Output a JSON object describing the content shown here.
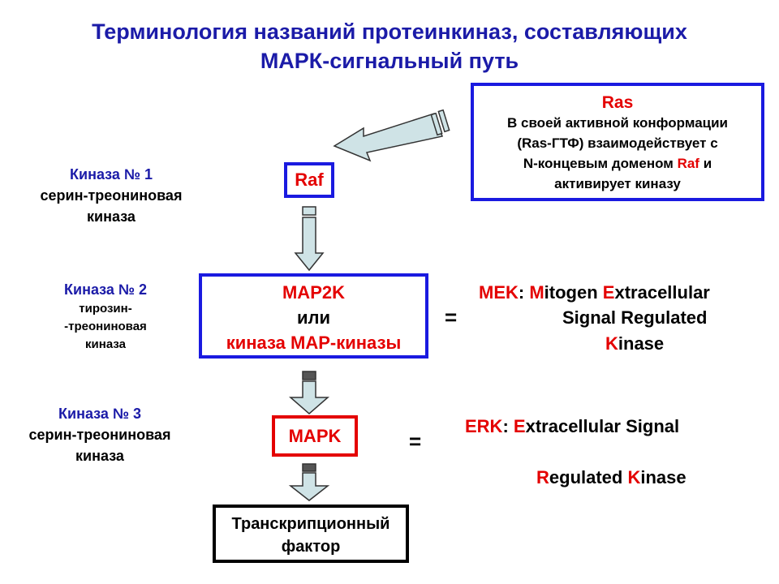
{
  "title": {
    "line1": "Терминология названий протеинкиназ, составляющих",
    "line2": "МАРК-сигнальный путь"
  },
  "ras_box": {
    "heading": "Ras",
    "line1": "В своей активной конформации",
    "line2": "(Ras-ГТФ) взаимодействует с",
    "line3a": "N-концевым доменом ",
    "line3b": "Raf",
    "line3c": " и",
    "line4": "активирует киназу"
  },
  "kinase1": {
    "heading": "Киназа № 1",
    "line1": "серин-треониновая",
    "line2": "киназа"
  },
  "kinase2": {
    "heading": "Киназа № 2",
    "line1": "тирозин-",
    "line2": "-треониновая",
    "line3": "киназа"
  },
  "kinase3": {
    "heading": "Киназа № 3",
    "line1": "серин-треониновая",
    "line2": "киназа"
  },
  "raf_box": {
    "label": "Raf"
  },
  "map2k_box": {
    "line1": "MAP2K",
    "line2": "или",
    "line3": "киназа МАР-киназы"
  },
  "mapk_box": {
    "label": "MAPK"
  },
  "tf_box": {
    "line1": "Транскрипционный",
    "line2": "фактор"
  },
  "equals": "=",
  "mek": {
    "abbr": "MEK",
    "colon": ": ",
    "m": "M",
    "itogen": "itogen ",
    "e": "E",
    "xtracellular": "xtracellular",
    "line2": "Signal Regulated",
    "k": "K",
    "inase": "inase"
  },
  "erk": {
    "abbr": "ERK",
    "colon": ": ",
    "e": "E",
    "rest1": "xtracellular Signal",
    "r": "R",
    "egulated": "egulated ",
    "k": "K",
    "inase": "inase"
  },
  "colors": {
    "blue": "#1b1ba8",
    "red": "#e40000",
    "arrow": "#c8e0e4"
  }
}
